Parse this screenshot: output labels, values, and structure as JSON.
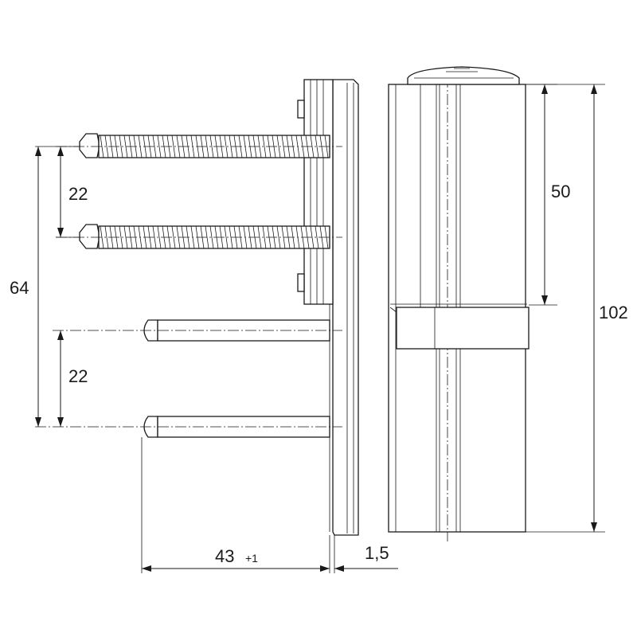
{
  "dimensions": {
    "screw_spacing": "22",
    "pin_spacing": "22",
    "total_anchor_spacing": "64",
    "upper_part_height": "50",
    "total_height": "102",
    "anchor_length": "43",
    "anchor_length_tolerance": "+1",
    "plate_thickness": "1,5"
  }
}
